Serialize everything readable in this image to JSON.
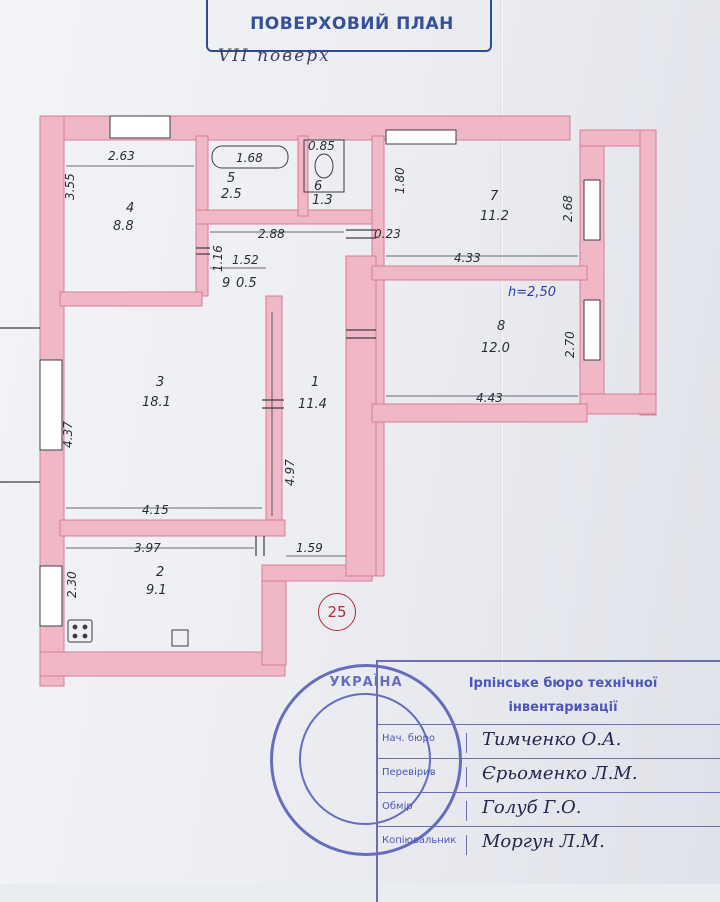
{
  "header": {
    "title": "ПОВЕРХОВИЙ ПЛАН",
    "floor": "VII поверх"
  },
  "plan": {
    "rooms": [
      {
        "number": "1",
        "area": "11.4"
      },
      {
        "number": "2",
        "area": "9.1"
      },
      {
        "number": "3",
        "area": "18.1"
      },
      {
        "number": "4",
        "area": "8.8"
      },
      {
        "number": "5",
        "area": "2.5"
      },
      {
        "number": "6",
        "area": "1.3"
      },
      {
        "number": "7",
        "area": "11.2"
      },
      {
        "number": "8",
        "area": "12.0"
      },
      {
        "number": "9",
        "area": "0.5"
      }
    ],
    "dimensions": {
      "room4_width": "2.63",
      "room4_height": "3.55",
      "bath_tub": "1.68",
      "wc_width": "0.85",
      "wc_height": "1.80",
      "corridor_width": "2.88",
      "corridor_offset": "0.23",
      "room7_width": "4.33",
      "room7_height": "2.68",
      "small_width": "1.52",
      "small_height": "1.16",
      "room8_width": "4.43",
      "room8_height": "2.70",
      "room3_width": "4.15",
      "room3_height": "4.37",
      "room1_height": "4.97",
      "room2_width": "3.97",
      "room2_height": "2.30",
      "entry_width": "1.59"
    },
    "ceiling_height": "h=2,50",
    "apartment_number": "25",
    "colors": {
      "walls": "#f0b8c6",
      "wall_edge": "#e08aa0",
      "lines": "#3c3c46"
    }
  },
  "stamp": {
    "text": "УКРАЇНА"
  },
  "bureau": {
    "title": "Ірпінське бюро технічної інвентаризації",
    "rows": [
      {
        "role": "Нач. бюро",
        "name": "Тимченко О.А."
      },
      {
        "role": "Перевірив",
        "name": "Єрьоменко Л.М."
      },
      {
        "role": "Обмір",
        "name": "Голуб Г.О."
      },
      {
        "role": "Копіювальник",
        "name": "Моргун Л.М."
      }
    ]
  }
}
